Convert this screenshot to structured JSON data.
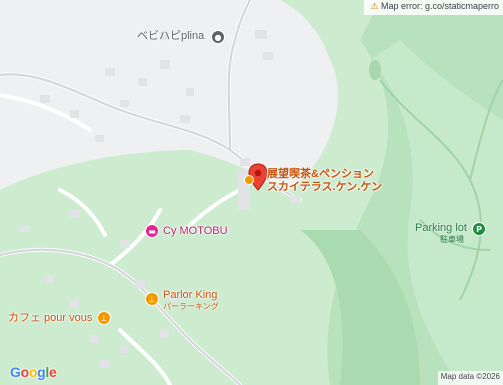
{
  "map": {
    "error_text": "Map error: g.co/staticmaperro",
    "attribution": "Map data ©2026",
    "logo": "Google",
    "logo_colors": [
      "#4285F4",
      "#EA4335",
      "#FBBC05",
      "#4285F4",
      "#34A853",
      "#EA4335"
    ]
  },
  "places": {
    "bebihapi": "ベビハピplina",
    "selected_line1": "展望喫茶&ペンション",
    "selected_line2": "スカイテラス.ケン.ケン",
    "cy_motobu": "Cy MOTOBU",
    "parlor_king": "Parlor King",
    "parlor_king_sub": "パーラーキング",
    "cafe_pour_vous": "カフェ pour vous",
    "parking": "Parking lot",
    "parking_sub": "駐車場"
  },
  "icons": {
    "bebihapi": "shop-icon",
    "cy_motobu": "hotel-icon",
    "parlor_king": "restaurant-icon",
    "cafe": "restaurant-icon",
    "parking": "parking-icon",
    "selected": "red-pin-icon"
  }
}
